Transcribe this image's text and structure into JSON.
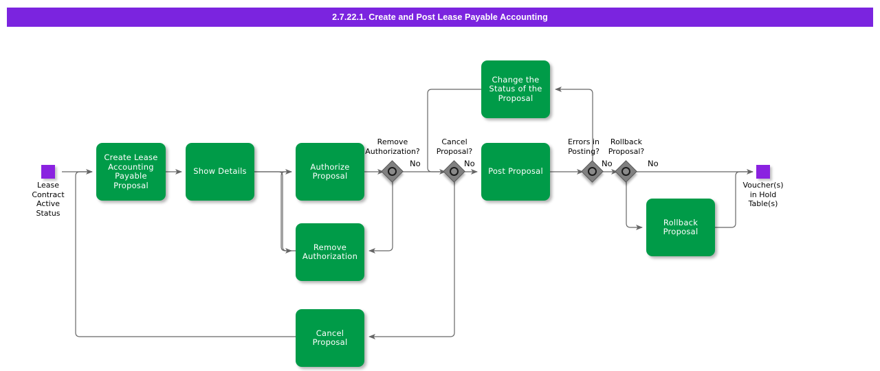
{
  "title_bar": {
    "title": "2.7.22.1. Create and Post Lease Payable Accounting",
    "background_color": "#7B24DF",
    "text_color": "#FFFFFF"
  },
  "colors": {
    "task_fill": "#009B48",
    "task_text": "#FFFFFF",
    "gateway_fill": "#808080",
    "event_fill": "#8A22E0",
    "edge_stroke": "#666666",
    "canvas": "#FFFFFF"
  },
  "diagram": {
    "type": "bpmn-flowchart",
    "events": [
      {
        "id": "start",
        "name": "start-event",
        "label": "Lease\nContract\nActive\nStatus",
        "label_lines": [
          "Lease",
          "Contract",
          "Active",
          "Status"
        ]
      },
      {
        "id": "end",
        "name": "end-event",
        "label": "Voucher(s)\nin Hold\nTable(s)",
        "label_lines": [
          "Voucher(s)",
          "in Hold",
          "Table(s)"
        ]
      }
    ],
    "tasks": [
      {
        "id": "create",
        "label": "Create Lease Accounting Payable Proposal",
        "label_lines": [
          "Create Lease",
          "Accounting",
          "Payable",
          "Proposal"
        ]
      },
      {
        "id": "show",
        "label": "Show Details",
        "label_lines": [
          "Show Details"
        ]
      },
      {
        "id": "authorize",
        "label": "Authorize Proposal",
        "label_lines": [
          "Authorize",
          "Proposal"
        ]
      },
      {
        "id": "removeauth",
        "label": "Remove Authorization",
        "label_lines": [
          "Remove",
          "Authorization"
        ]
      },
      {
        "id": "cancel",
        "label": "Cancel Proposal",
        "label_lines": [
          "Cancel Proposal"
        ]
      },
      {
        "id": "changestatus",
        "label": "Change the Status of the Proposal",
        "label_lines": [
          "Change the",
          "Status of the",
          "Proposal"
        ]
      },
      {
        "id": "post",
        "label": "Post Proposal",
        "label_lines": [
          "Post Proposal"
        ]
      },
      {
        "id": "rollback",
        "label": "Rollback Proposal",
        "label_lines": [
          "Rollback",
          "Proposal"
        ]
      }
    ],
    "gateways": [
      {
        "id": "gw_removeauth",
        "label": "Remove Authorization?",
        "label_lines": [
          "Remove",
          "Authorization?"
        ],
        "yes_no": "No"
      },
      {
        "id": "gw_cancel",
        "label": "Cancel Proposal?",
        "label_lines": [
          "Cancel",
          "Proposal?"
        ],
        "yes_no": "No"
      },
      {
        "id": "gw_errors",
        "label": "Errors in Posting?",
        "label_lines": [
          "Errors in",
          "Posting?"
        ],
        "yes_no": "No"
      },
      {
        "id": "gw_rollback",
        "label": "Rollback Proposal?",
        "label_lines": [
          "Rollback",
          "Proposal?"
        ],
        "yes_no": "No"
      }
    ],
    "edge_labels": {
      "removeauth_no": "No",
      "cancel_no": "No",
      "errors_no": "No",
      "rollback_no": "No"
    }
  }
}
